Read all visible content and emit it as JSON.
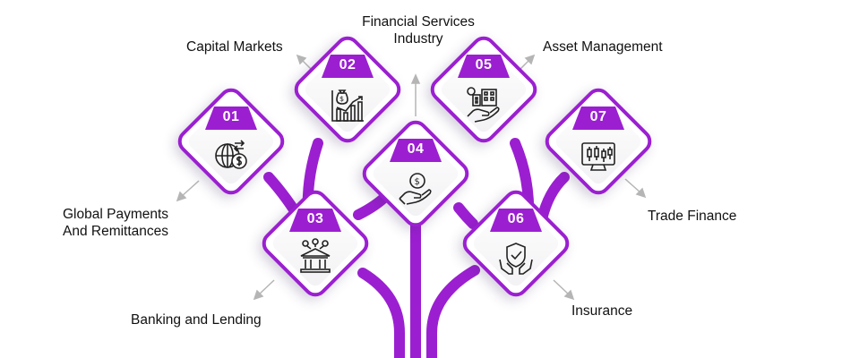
{
  "colors": {
    "accent": "#9b1fd1",
    "arrow": "#b5b5b5",
    "text": "#111111"
  },
  "center_label": {
    "line1": "Financial Services",
    "line2": "Industry"
  },
  "items": [
    {
      "number": "01",
      "label_lines": [
        "Global Payments",
        "And Remittances"
      ],
      "icon": "globe-dollar-icon"
    },
    {
      "number": "02",
      "label_lines": [
        "Capital Markets"
      ],
      "icon": "chart-moneybag-icon"
    },
    {
      "number": "03",
      "label_lines": [
        "Banking and Lending"
      ],
      "icon": "bank-icon"
    },
    {
      "number": "04",
      "label_lines": [
        "Financial Services",
        "Industry"
      ],
      "icon": "coin-hand-icon"
    },
    {
      "number": "05",
      "label_lines": [
        "Asset Management"
      ],
      "icon": "building-hand-icon"
    },
    {
      "number": "06",
      "label_lines": [
        "Insurance"
      ],
      "icon": "shield-hands-icon"
    },
    {
      "number": "07",
      "label_lines": [
        "Trade Finance"
      ],
      "icon": "candlestick-monitor-icon"
    }
  ]
}
